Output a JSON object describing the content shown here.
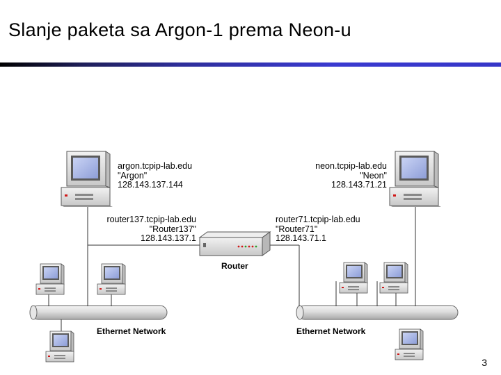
{
  "slide": {
    "title": "Slanje paketa sa Argon-1 prema Neon-u",
    "page_number": "3"
  },
  "argon": {
    "hostname": "argon.tcpip-lab.edu",
    "alias": "\"Argon\"",
    "ip": "128.143.137.144"
  },
  "neon": {
    "hostname": "neon.tcpip-lab.edu",
    "alias": "\"Neon\"",
    "ip": "128.143.71.21"
  },
  "router_left_iface": {
    "hostname": "router137.tcpip-lab.edu",
    "alias": "\"Router137\"",
    "ip": "128.143.137.1"
  },
  "router_right_iface": {
    "hostname": "router71.tcpip-lab.edu",
    "alias": "\"Router71\"",
    "ip": "128.143.71.1"
  },
  "router": {
    "label": "Router"
  },
  "networks": {
    "left_label": "Ethernet Network",
    "right_label": "Ethernet Network"
  },
  "icons": {
    "workstation": "desktop-computer-icon",
    "router": "router-icon",
    "bus": "ethernet-cable"
  },
  "colors": {
    "title_rule_start": "#000000",
    "title_rule_end": "#3636c8",
    "screen": "#a9b6e8",
    "case": "#e2e2e2",
    "led": "#d01818"
  }
}
